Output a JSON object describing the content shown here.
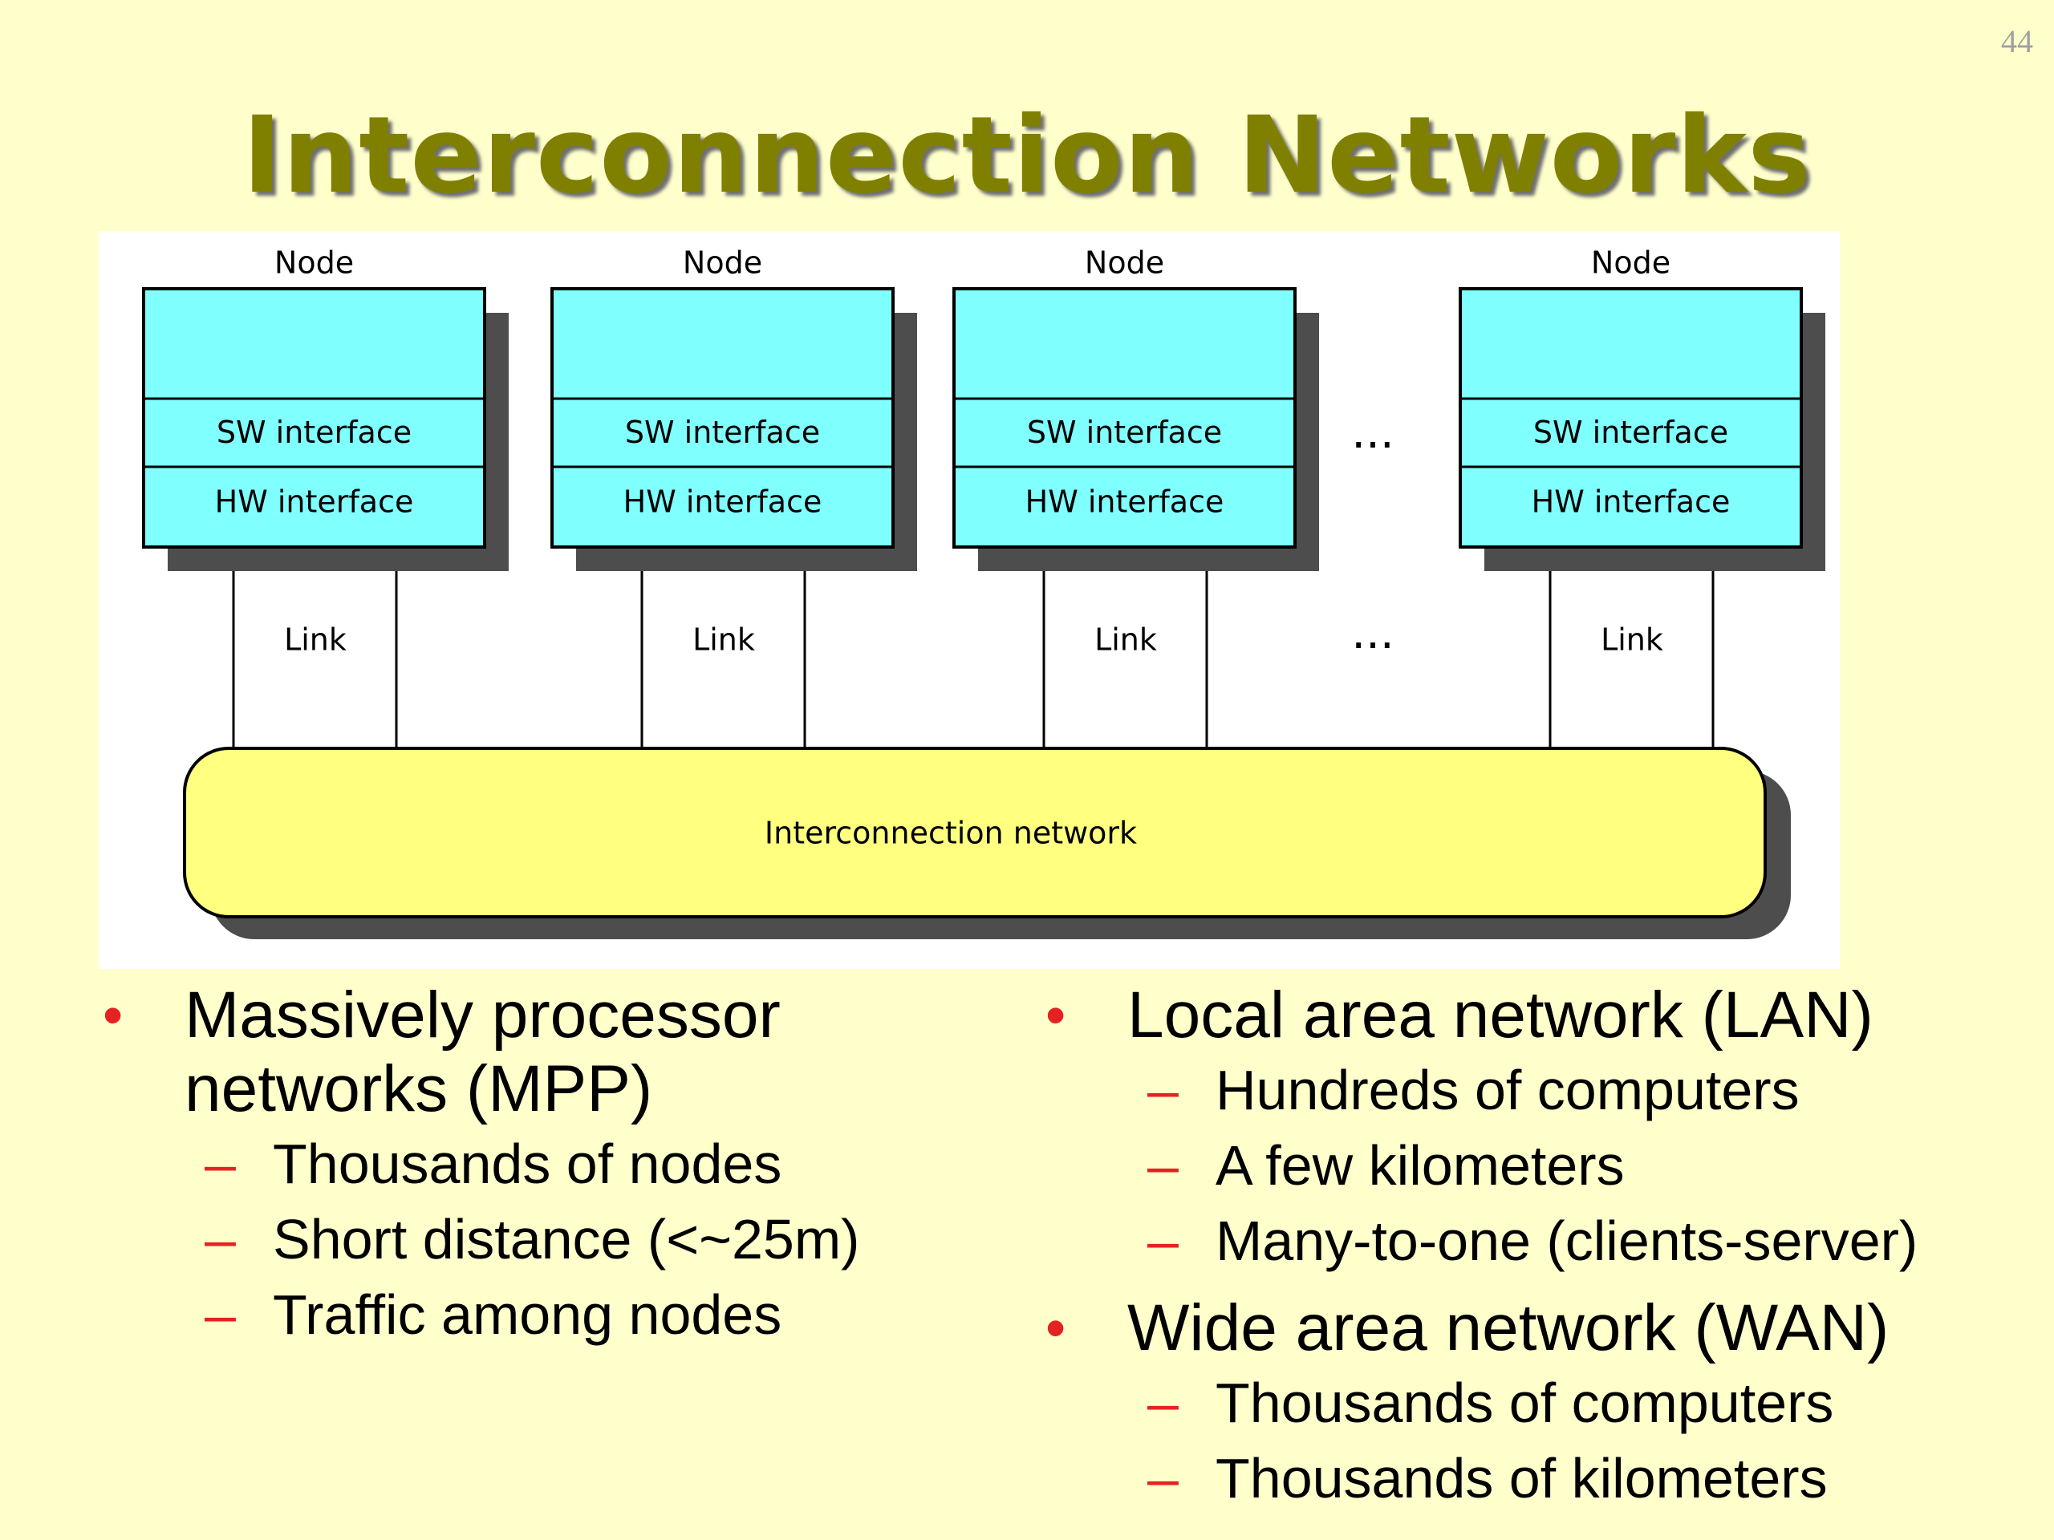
{
  "slide": {
    "page_number": "44",
    "title": "Interconnection Networks"
  },
  "diagram": {
    "nodes": [
      {
        "label": "Node",
        "sw": "SW interface",
        "hw": "HW interface",
        "link": "Link"
      },
      {
        "label": "Node",
        "sw": "SW interface",
        "hw": "HW interface",
        "link": "Link"
      },
      {
        "label": "Node",
        "sw": "SW interface",
        "hw": "HW interface",
        "link": "Link"
      },
      {
        "label": "Node",
        "sw": "SW interface",
        "hw": "HW interface",
        "link": "Link"
      }
    ],
    "ellipsis": "...",
    "network_label": "Interconnection network",
    "colors": {
      "node_fill": "#80FFFF",
      "network_fill": "#FFFF80",
      "shadow": "#4D4D4D"
    }
  },
  "bullets": {
    "left": {
      "heading": "Massively processor networks (MPP)",
      "subs": [
        "Thousands of nodes",
        "Short distance (<~25m)",
        "Traffic among nodes"
      ]
    },
    "right": [
      {
        "heading": "Local area network (LAN)",
        "subs": [
          "Hundreds of computers",
          "A few kilometers",
          "Many-to-one (clients-server)"
        ]
      },
      {
        "heading": "Wide area network (WAN)",
        "subs": [
          "Thousands of computers",
          "Thousands of kilometers"
        ]
      }
    ],
    "bullet_glyph": "•",
    "dash_glyph": "–",
    "accent_color": "#E52222"
  }
}
